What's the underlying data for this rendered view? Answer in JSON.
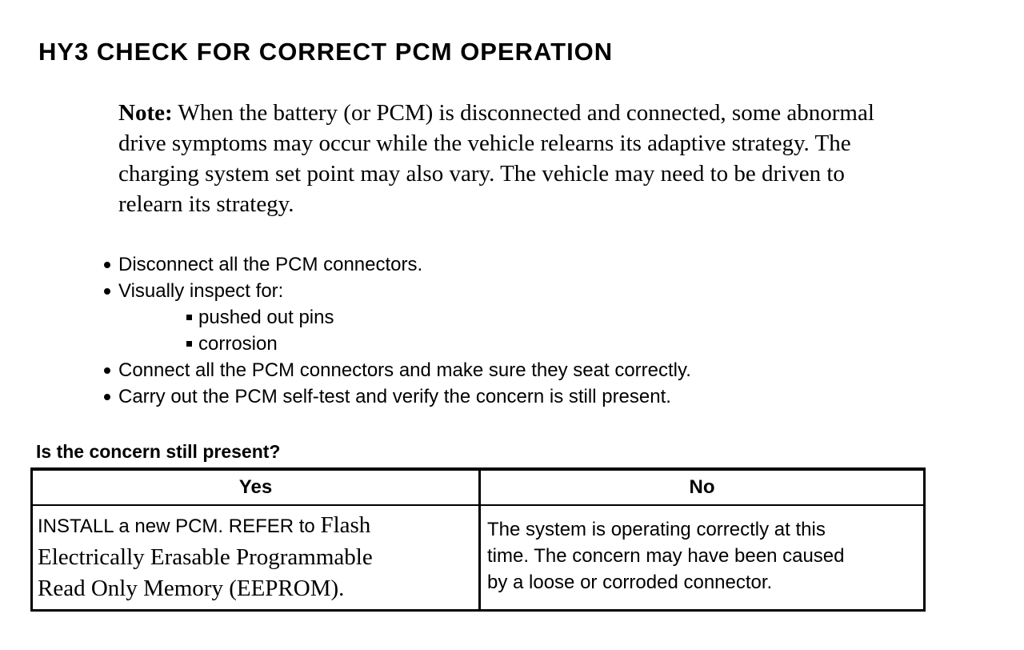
{
  "doc": {
    "title": "HY3 CHECK FOR CORRECT PCM OPERATION",
    "note": {
      "label": "Note:",
      "lines": [
        "When the battery (or PCM) is disconnected and connected, some abnormal",
        "drive symptoms may occur while the vehicle relearns its adaptive strategy. The",
        "charging system set point may also vary. The vehicle may need to be driven to",
        "relearn its strategy."
      ]
    },
    "steps": [
      {
        "text": "Disconnect all the PCM connectors."
      },
      {
        "text": "Visually inspect for:",
        "sub": [
          "pushed out pins",
          "corrosion"
        ]
      },
      {
        "text": "Connect all the PCM connectors and make sure they seat correctly."
      },
      {
        "text": "Carry out the PCM self-test and verify the concern is still present."
      }
    ],
    "question": "Is the concern still present?",
    "result_table": {
      "yes_header": "Yes",
      "no_header": "No",
      "yes_cell": {
        "line1_sans": "INSTALL a new PCM. REFER to ",
        "line1_serif": "Flash",
        "line2_serif": "Electrically Erasable Programmable",
        "line3_serif": "Read Only Memory (EEPROM)."
      },
      "no_cell": {
        "line1": "The system is operating correctly at this",
        "line2": "time. The concern may have been caused",
        "line3": "by a loose or corroded connector."
      }
    },
    "colors": {
      "text": "#000000",
      "background": "#ffffff"
    }
  }
}
